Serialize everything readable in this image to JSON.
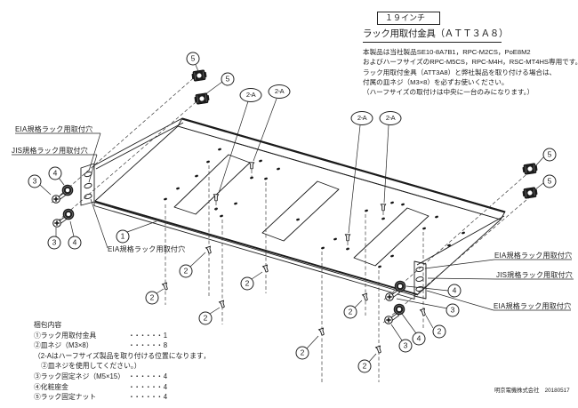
{
  "header": {
    "size_tag": "１９インチ",
    "title": "ラック用取付金具（ＡＴＴ３Ａ８）",
    "description_lines": [
      "本製品は当社製品SE10-8A7B1，RPC-M2CS，PoE8M2",
      "およびハーフサイズのRPC-M5CS，RPC-M4H，RSC-MT4HS専用です。",
      "ラック用取付金具（ATT3A8）と弊社製品を取り付ける場合は、",
      "付属の皿ネジ（M3×8）を必ずお使いください。",
      "（ハーフサイズの取付けは中央に一台のみになります。）"
    ]
  },
  "labels": {
    "eia_hole": "EIA規格ラック用取付穴",
    "jis_hole": "JIS規格ラック用取付穴"
  },
  "markers": {
    "n1": "1",
    "n2": "2",
    "n3": "3",
    "n4": "4",
    "n5": "5",
    "half_pos": "2-A"
  },
  "legend": {
    "heading": "梱包内容",
    "items": [
      {
        "marker": "①",
        "name": "ラック用取付金具",
        "dots": "・・・・・・",
        "count": "1"
      },
      {
        "marker": "②",
        "name": "皿ネジ（M3×8）",
        "dots": "・・・・・・",
        "count": "8"
      },
      {
        "marker": "③",
        "name": "ラック固定ネジ（M5×15）",
        "dots": "・・・・・・",
        "count": "4"
      },
      {
        "marker": "④",
        "name": "化粧座金",
        "dots": "・・・・・・",
        "count": "4"
      },
      {
        "marker": "⑤",
        "name": "ラック固定ナット",
        "dots": "・・・・・・",
        "count": "4"
      }
    ],
    "note_lines": [
      "（2-Aはハーフサイズ製品を取り付ける位置になります，",
      "②皿ネジを使用してください。）"
    ]
  },
  "footer": {
    "company_date": "明京電機株式会社　20180517"
  },
  "colors": {
    "ink": "#1a1a1a",
    "background": "#ffffff"
  }
}
